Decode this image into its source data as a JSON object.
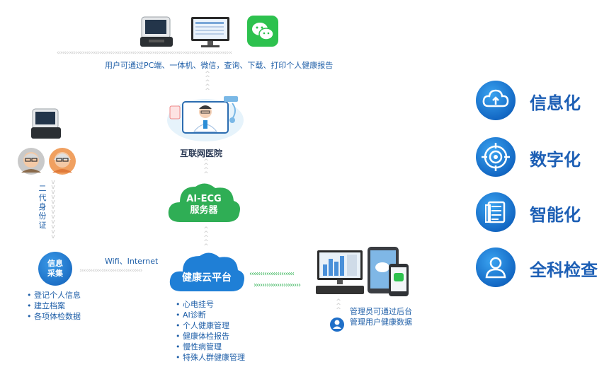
{
  "top_caption": "用户可通过PC端、一体机、微信，查询、下载、打印个人健康报告",
  "hospital_label": "互联网医院",
  "ai_cloud": {
    "line1": "AI-ECG",
    "line2": "服务器"
  },
  "health_cloud": "健康云平台",
  "wifi_label": "Wifi、Internet",
  "id_card_label": [
    "二",
    "代",
    "身",
    "份",
    "证"
  ],
  "collect_badge": {
    "line1": "信息",
    "line2": "采集"
  },
  "collect_items": [
    "• 登记个人信息",
    "• 建立档案",
    "• 各项体检数据"
  ],
  "platform_items": [
    "• 心电挂号",
    "• AI诊断",
    "• 个人健康管理",
    "• 健康体检报告",
    "• 慢性病管理",
    "• 特殊人群健康管理"
  ],
  "admin_text": {
    "line1": "管理员可通过后台",
    "line2": "管理用户健康数据"
  },
  "features": [
    {
      "label": "信息化",
      "icon": "cloud-upload-icon"
    },
    {
      "label": "数字化",
      "icon": "target-icon"
    },
    {
      "label": "智能化",
      "icon": "document-chip-icon"
    },
    {
      "label": "全科检查",
      "icon": "person-icon"
    }
  ],
  "colors": {
    "brand_blue": "#1d5fb5",
    "cloud_green": "#2fae55",
    "cloud_blue": "#1f7fd6"
  }
}
